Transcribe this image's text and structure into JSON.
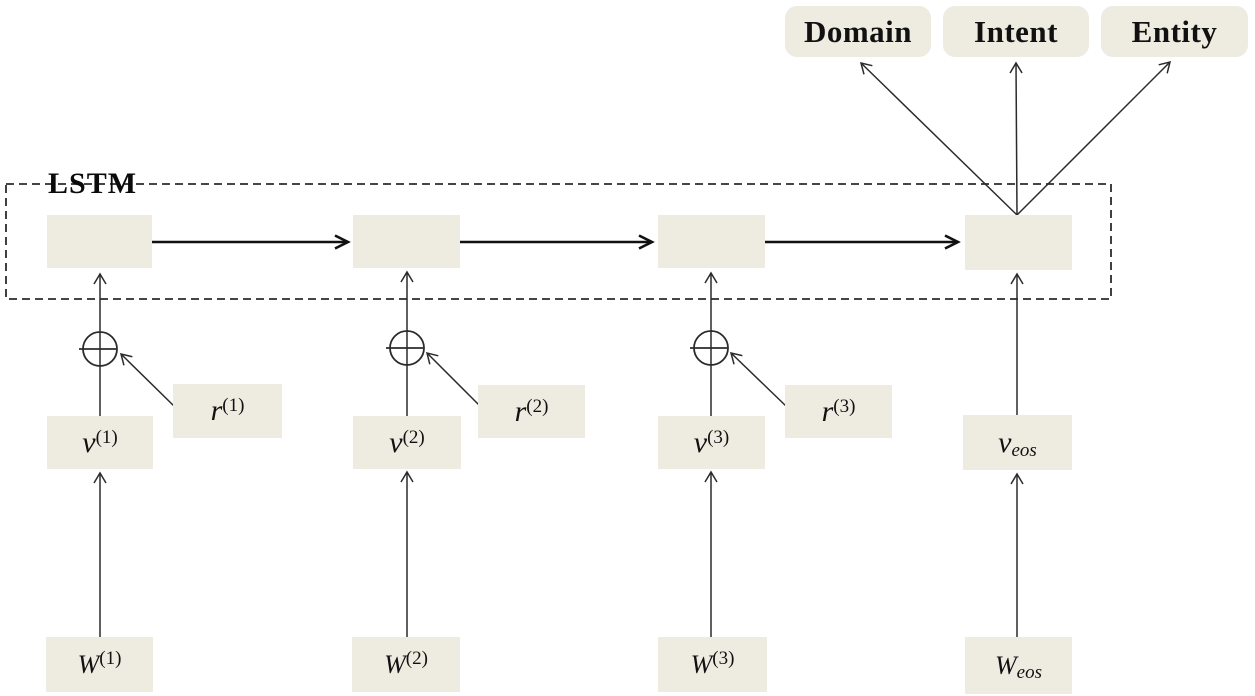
{
  "figure": {
    "kind": "lstm-slu-architecture-diagram",
    "lstm_label": "LSTM",
    "outputs": [
      {
        "label": "Domain"
      },
      {
        "label": "Intent"
      },
      {
        "label": "Entity"
      }
    ],
    "columns": [
      {
        "w_base": "W",
        "w_sup": "(1)",
        "v_base": "v",
        "v_sup": "(1)",
        "r_base": "r",
        "r_sup": "(1)"
      },
      {
        "w_base": "W",
        "w_sup": "(2)",
        "v_base": "v",
        "v_sup": "(2)",
        "r_base": "r",
        "r_sup": "(2)"
      },
      {
        "w_base": "W",
        "w_sup": "(3)",
        "v_base": "v",
        "v_sup": "(3)",
        "r_base": "r",
        "r_sup": "(3)"
      }
    ],
    "eos_column": {
      "w_base": "W",
      "w_sub": "eos",
      "v_base": "v",
      "v_sub": "eos"
    },
    "icons": {
      "sum_operator": "circled-plus"
    },
    "colors": {
      "box_fill": "#eeece1",
      "line": "#222222",
      "text": "#111111",
      "background": "#ffffff"
    }
  }
}
